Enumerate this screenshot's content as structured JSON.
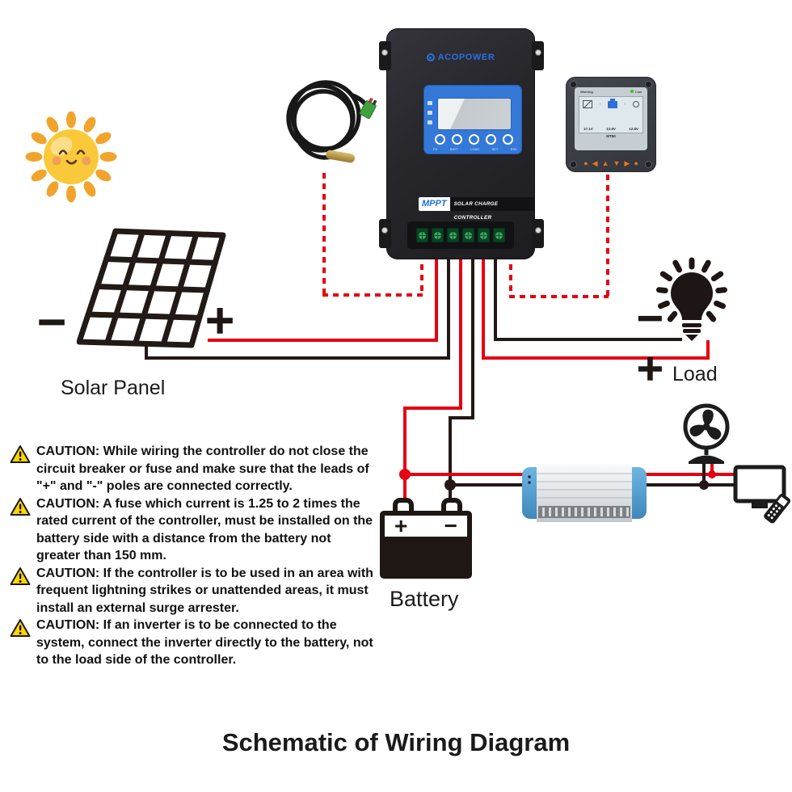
{
  "title": "Schematic of Wiring Diagram",
  "controller": {
    "brand": "ACOPOWER",
    "badge": "MPPT",
    "badge_label": "SOLAR CHARGE CONTROLLER",
    "buttons": [
      "PV",
      "BATT",
      "LOAD",
      "SET",
      "ESC"
    ]
  },
  "remote_meter": {
    "model": "MT50",
    "status_warning": "Warning",
    "status_low": "Low",
    "readings": [
      "17.1V",
      "13.8V",
      "12.8V"
    ]
  },
  "solar_panel": {
    "label": "Solar Panel",
    "minus": "−",
    "plus": "+"
  },
  "load": {
    "label": "Load",
    "minus": "−",
    "plus": "+"
  },
  "battery": {
    "label": "Battery",
    "plus": "+",
    "minus": "−"
  },
  "cautions": [
    {
      "text": "CAUTION: While wiring the controller do not close the  circuit breaker or fuse and make sure that the leads of \"+\" and \"-\" poles are connected correctly."
    },
    {
      "text": "CAUTION: A fuse which current is 1.25 to 2 times the rated current of the controller, must be installed on the battery side with a distance from the battery not\ngreater than 150 mm."
    },
    {
      "text": "CAUTION: If the controller is to be used in an area with frequent lightning strikes or unattended areas, it must install an external surge arrester."
    },
    {
      "text": "CAUTION: If an inverter is to be connected to the system, connect the inverter directly to the battery, not to the load side of the controller."
    }
  ],
  "colors": {
    "wire_red": "#e50012",
    "wire_black": "#231815",
    "panel_blue": "#3478d8",
    "logo_blue": "#2a6fe0",
    "button_orange": "#e8731d",
    "warning_yellow": "#ffd400",
    "terminal_green": "#37a85c"
  }
}
